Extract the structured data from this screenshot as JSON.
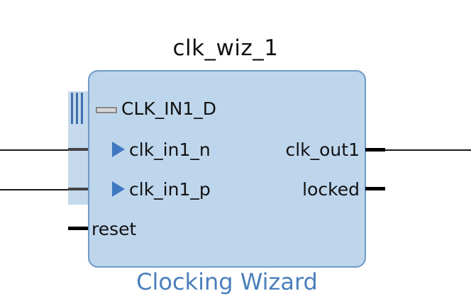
{
  "block": {
    "instance_name": "clk_wiz_1",
    "ip_name": "Clocking Wizard"
  },
  "inputs": {
    "interface": "CLK_IN1_D",
    "pins": [
      "clk_in1_n",
      "clk_in1_p"
    ],
    "reset": "reset"
  },
  "outputs": {
    "pins": [
      "clk_out1",
      "locked"
    ]
  },
  "colors": {
    "block_fill": "#bed6ec",
    "block_border": "#6e9ac8",
    "arrow": "#3f78c0",
    "subtitle": "#4a7fbb"
  },
  "icons": {
    "bus_interface": "bus-interface-icon",
    "input_arrow": "triangle-right-icon"
  }
}
